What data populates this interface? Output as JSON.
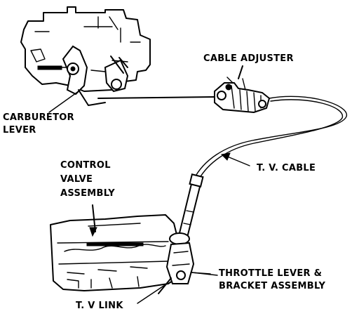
{
  "labels": {
    "cable_adjuster": "CABLE ADJUSTER",
    "carburetor_lever_line1": "CARBURETOR",
    "carburetor_lever_line2": "LEVER",
    "control_valve_line1": "CONTROL",
    "control_valve_line2": "VALVE",
    "control_valve_line3": "ASSEMBLY",
    "tv_cable": "T. V.  CABLE",
    "throttle_lever_line1": "THROTTLE LEVER &",
    "throttle_lever_line2": "BRACKET ASSEMBLY",
    "tv_link": "T. V  LINK"
  },
  "colors": {
    "ink": "#000000",
    "background": "#ffffff"
  }
}
